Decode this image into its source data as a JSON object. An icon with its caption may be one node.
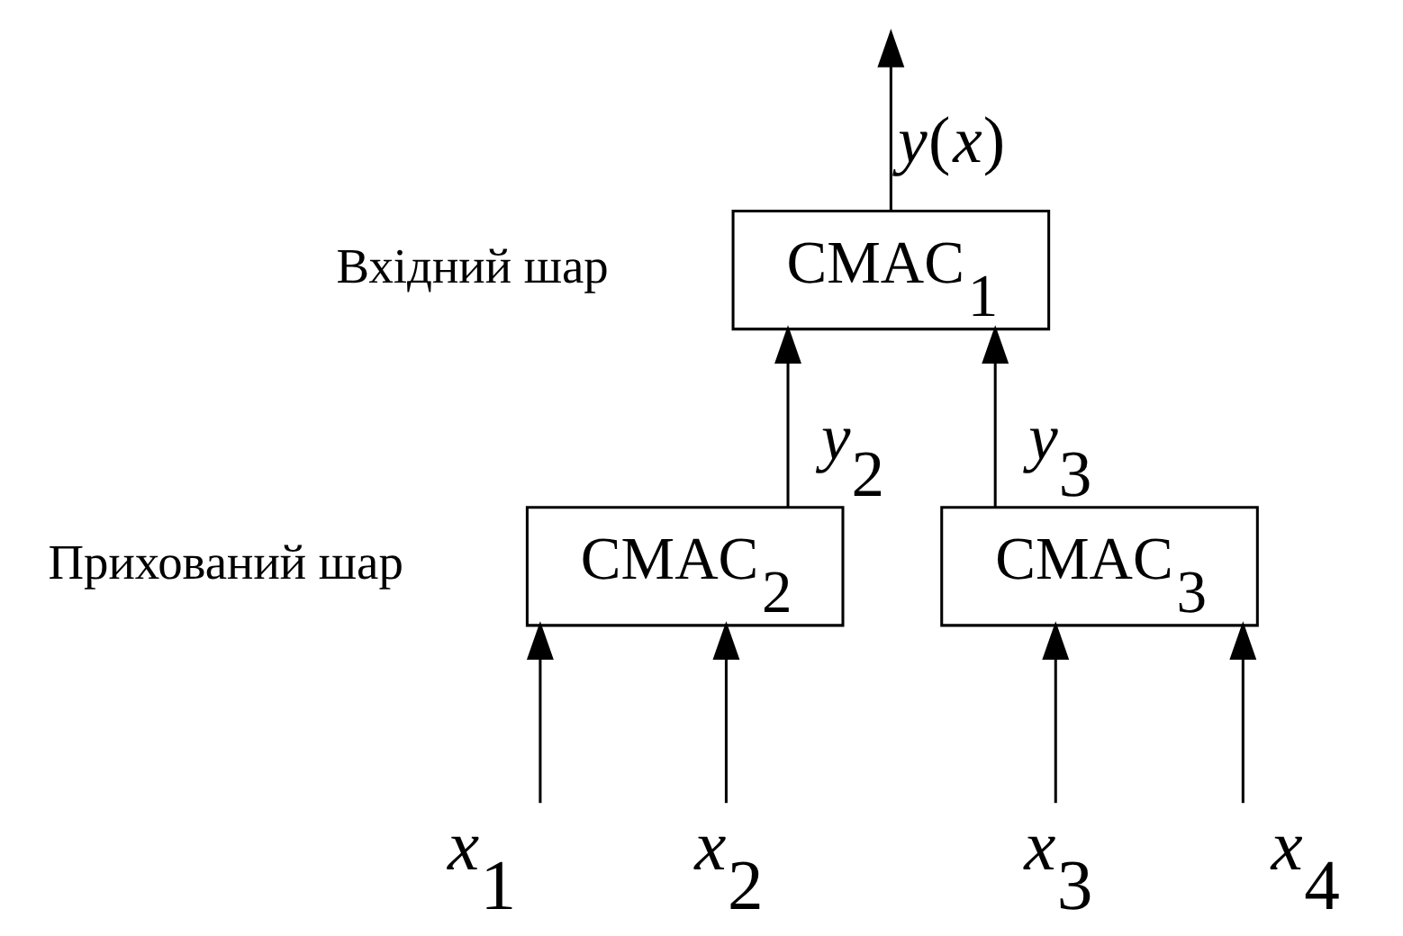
{
  "diagram": {
    "nodes": [
      {
        "text": [
          "CMAC$_{1}$"
        ]
      },
      {
        "text": [
          "CMAC$_{2}$"
        ]
      },
      {
        "text": [
          "CMAC$_{3}$"
        ]
      },
      {
        "text": [
          "*x*$_{1}$"
        ]
      },
      {
        "text": [
          "*x*$_{2}$"
        ]
      },
      {
        "text": [
          "*x*$_{3}$"
        ]
      },
      {
        "text": [
          "*x*$_{4}$"
        ]
      }
    ],
    "edges": [
      {
        "from": 0,
        "to": null,
        "arrow": "to",
        "label": "*y*(*x*)"
      },
      {
        "from": 1,
        "to": 0,
        "arrow": "to",
        "label": "*y*$_{2}$"
      },
      {
        "from": 2,
        "to": 0,
        "arrow": "to",
        "label": "*y*$_{3}$"
      },
      {
        "from": 3,
        "to": 1,
        "arrow": "to"
      },
      {
        "from": 4,
        "to": 1,
        "arrow": "to"
      },
      {
        "from": 5,
        "to": 2,
        "arrow": "to"
      },
      {
        "from": 6,
        "to": 2,
        "arrow": "to"
      }
    ],
    "labels": [
      "Вхідний шар",
      "Прихований шар"
    ]
  }
}
